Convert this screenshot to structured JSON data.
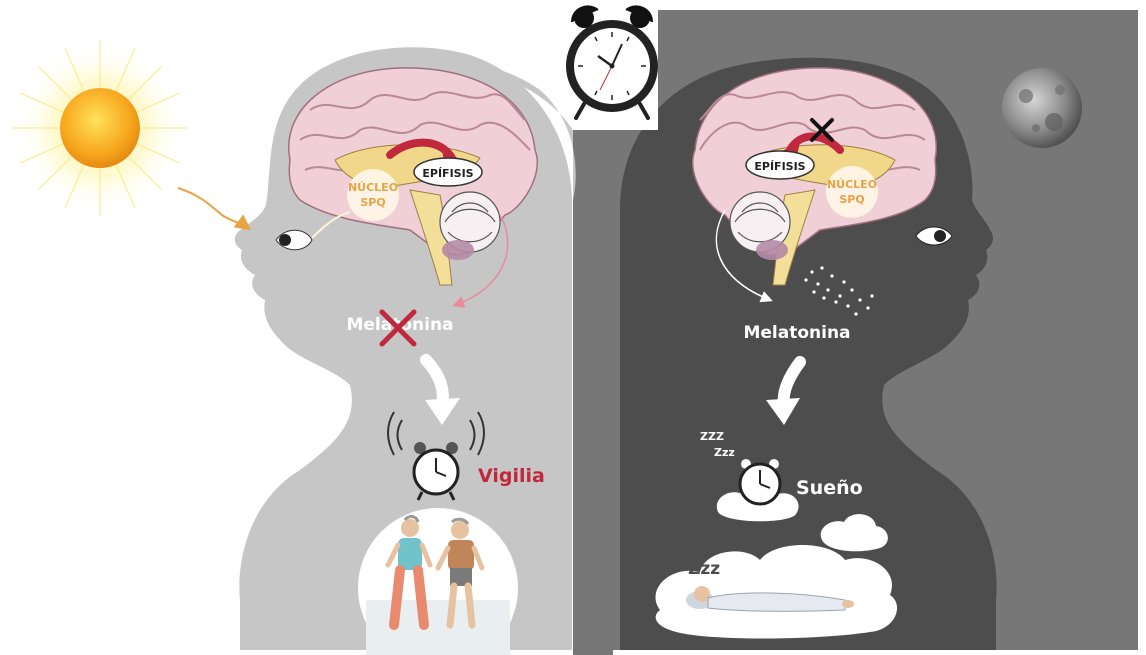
{
  "day": {
    "sensor_label": "EPÍFISIS",
    "nucleus_line1": "NÚCLEO",
    "nucleus_line2": "SPQ",
    "hormone_label": "Melatonina",
    "state_label": "Vigilia"
  },
  "night": {
    "sensor_label": "EPÍFISIS",
    "nucleus_line1": "NÚCLEO",
    "nucleus_line2": "SPQ",
    "hormone_label": "Melatonina",
    "state_label": "Sueño",
    "snore_small_1": "ZZZ",
    "snore_small_2": "Zzz",
    "snore_large": "Zzz"
  },
  "colors": {
    "day_panel": "#ffffff",
    "night_panel": "#777777",
    "day_head": "#c6c6c6",
    "night_head": "#4d4d4d",
    "brain": "#f0cfd6",
    "accent_red": "#c0283e",
    "nucleus_text": "#e7a344",
    "sun": "#f7a81e"
  },
  "icons": {
    "sun": "sun-icon",
    "moon": "moon-icon",
    "clock": "clock-icon",
    "alarm": "alarm-clock-icon",
    "cloud": "cloud-icon"
  }
}
